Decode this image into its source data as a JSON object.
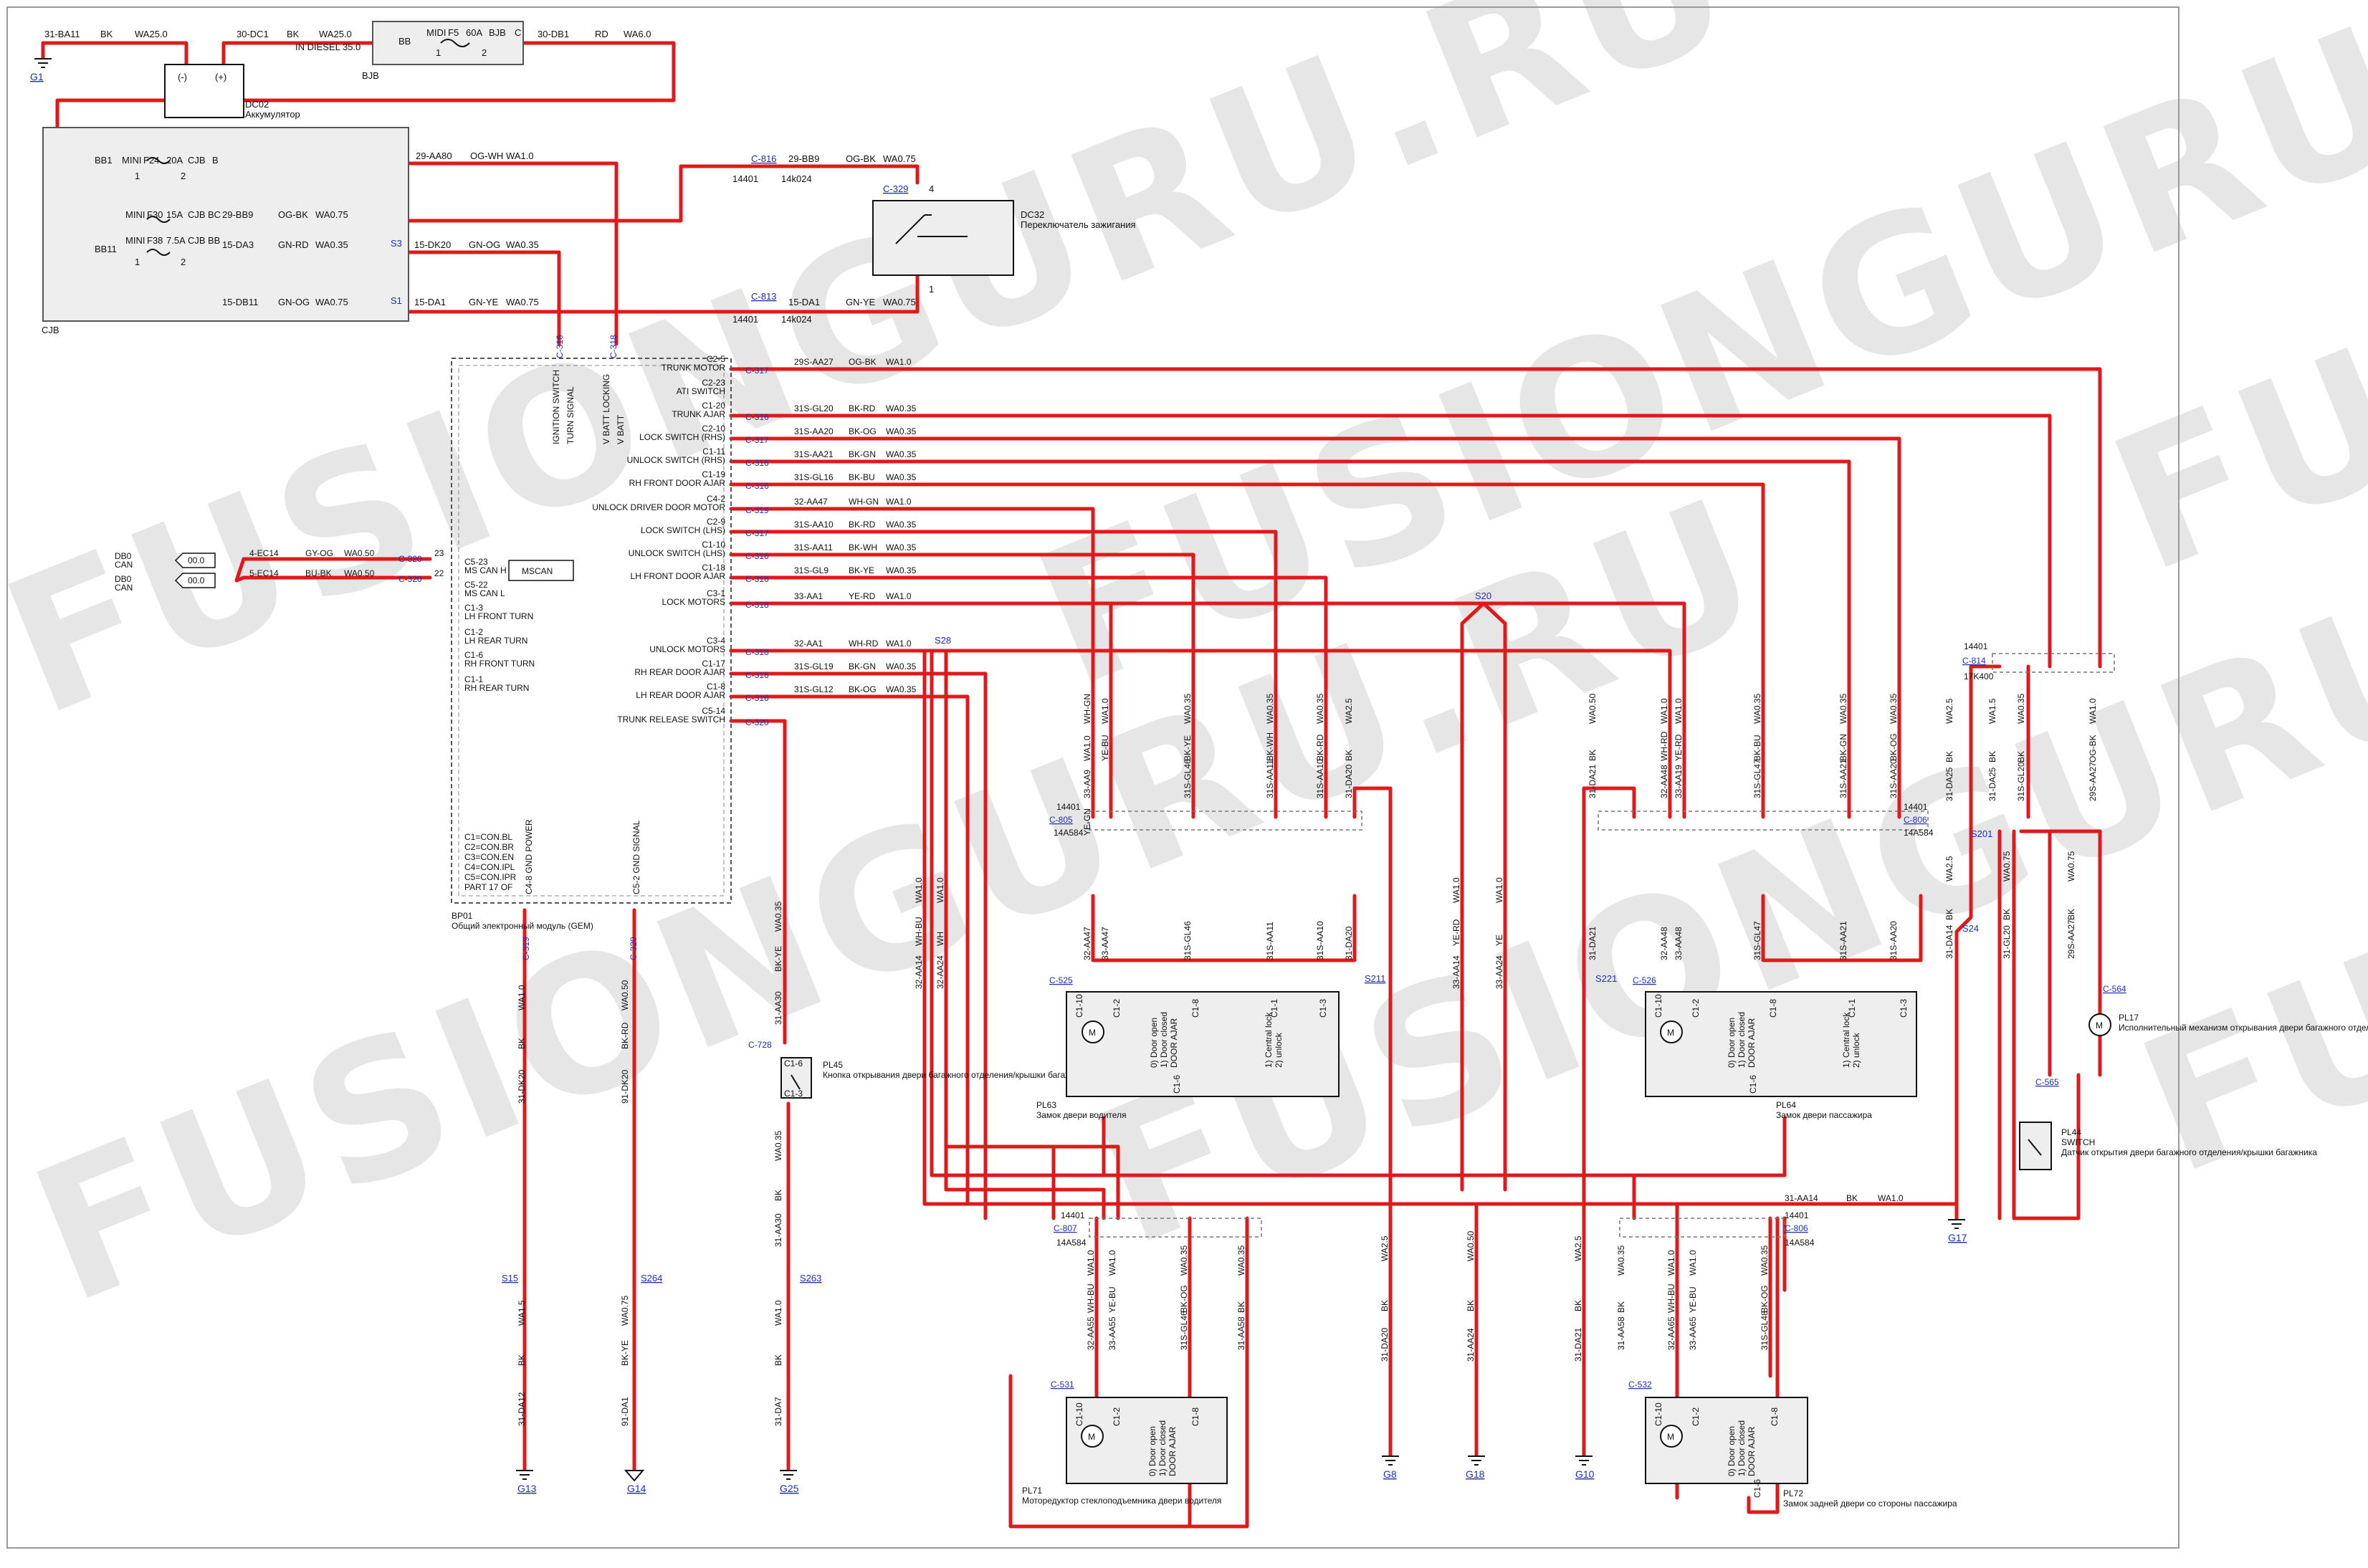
{
  "watermarks": [
    "FUSIONGURU.RU",
    "FUSIONGURU.RU",
    "FUSIONGURU.RU",
    "FUSIONGURU.RU",
    "FUS",
    "FUS"
  ],
  "colors": {
    "wire": "#e0191b",
    "ink": "#111111",
    "link": "#1e2fb4",
    "gray": "#9a9a9a",
    "watermark": "#e6e6e6"
  },
  "icons": [
    "ground-icon",
    "motor-icon",
    "fuse-icon",
    "switch-icon",
    "can-connector-icon",
    "battery-icon"
  ],
  "grounds": {
    "g1": "G1",
    "g13": "G13",
    "g14": "G14",
    "g25": "G25",
    "g8": "G8",
    "g18": "G18",
    "g10": "G10",
    "g17": "G17"
  },
  "battery": {
    "code": "DC02",
    "name": "Аккумулятор",
    "minus": "(-)",
    "plus": "(+)"
  },
  "bjb": {
    "code": "BJB",
    "bb": "BB",
    "midi": "MIDI",
    "f5": "F5",
    "amp": "60A",
    "bjb": "BJB",
    "c": "C",
    "diesel": "IN DIESEL 35.0",
    "one": "1",
    "two": "2"
  },
  "top_wires": {
    "w1": {
      "id": "31-BA11",
      "color": "BK",
      "gauge": "WA25.0"
    },
    "w2": {
      "id": "30-DC1",
      "color": "BK",
      "gauge": "WA25.0"
    },
    "w3": {
      "id": "30-DB1",
      "color": "RD",
      "gauge": "WA6.0"
    }
  },
  "cjb": {
    "code": "CJB",
    "bb1": "BB1",
    "mini": "MINI",
    "f24": "F24",
    "a20": "20A",
    "cjb": "CJB",
    "b": "B",
    "f30": "F30",
    "a15": "15A",
    "bc": "BC",
    "bb11": "BB11",
    "f38": "F38",
    "a75": "7.5A",
    "bb": "BB",
    "one": "1",
    "two": "2"
  },
  "cjb_wires": {
    "aa80": {
      "id": "29-AA80",
      "color": "OG-WH",
      "gauge": "WA1.0"
    },
    "bb9": {
      "id": "29-BB9",
      "color": "OG-BK",
      "gauge": "WA0.75"
    },
    "da3": {
      "id": "15-DA3",
      "color": "GN-RD",
      "gauge": "WA0.35",
      "splice": "S3"
    },
    "dk20": {
      "id": "15-DK20",
      "color": "GN-OG",
      "gauge": "WA0.35"
    },
    "db11": {
      "id": "15-DB11",
      "color": "GN-OG",
      "gauge": "WA0.75",
      "splice": "S1"
    },
    "da1": {
      "id": "15-DA1",
      "color": "GN-YE",
      "gauge": "WA0.75"
    }
  },
  "ignition": {
    "code": "DC32",
    "name": "Переключатель зажигания",
    "c816": "C-816",
    "c813": "C-813",
    "c329": "C-329",
    "pin4": "4",
    "pin1": "1",
    "w_bb9": {
      "id": "29-BB9",
      "color": "OG-BK",
      "gauge": "WA0.75"
    },
    "w_da1": {
      "id": "15-DA1",
      "color": "GN-YE",
      "gauge": "WA0.75"
    },
    "ref1": "14401",
    "ref2": "14k024",
    "ref3": "14401",
    "ref4": "14k024"
  },
  "gem": {
    "code": "BP01",
    "name": "Общий электронный модуль (GEM)",
    "top_pins": [
      "IGNITION SWITCH",
      "TURN SIGNAL",
      "V BATT LOCKING",
      "V BATT"
    ],
    "top_conn": [
      "C-316",
      "C-318"
    ],
    "left_rows": [
      {
        "pin": "C5-23",
        "name": "MS CAN H"
      },
      {
        "pin": "C5-22",
        "name": "MS CAN L"
      },
      {
        "pin": "C1-3",
        "name": "LH FRONT TURN"
      },
      {
        "pin": "C1-2",
        "name": "LH REAR TURN"
      },
      {
        "pin": "C1-6",
        "name": "RH FRONT TURN"
      },
      {
        "pin": "C1-1",
        "name": "RH REAR TURN"
      }
    ],
    "right_rows": [
      {
        "pin": "C2-5",
        "name": "TRUNK MOTOR",
        "conn": "C-317",
        "wire": "29S-AA27",
        "color": "OG-BK",
        "gauge": "WA1.0"
      },
      {
        "pin": "C2-23",
        "name": "ATI SWITCH",
        "conn": "",
        "wire": "",
        "color": "",
        "gauge": ""
      },
      {
        "pin": "C1-20",
        "name": "TRUNK AJAR",
        "conn": "C-316",
        "wire": "31S-GL20",
        "color": "BK-RD",
        "gauge": "WA0.35"
      },
      {
        "pin": "C2-10",
        "name": "LOCK SWITCH (RHS)",
        "conn": "C-317",
        "wire": "31S-AA20",
        "color": "BK-OG",
        "gauge": "WA0.35"
      },
      {
        "pin": "C1-11",
        "name": "UNLOCK SWITCH (RHS)",
        "conn": "C-316",
        "wire": "31S-AA21",
        "color": "BK-GN",
        "gauge": "WA0.35"
      },
      {
        "pin": "C1-19",
        "name": "RH FRONT DOOR AJAR",
        "conn": "C-316",
        "wire": "31S-GL16",
        "color": "BK-BU",
        "gauge": "WA0.35"
      },
      {
        "pin": "C4-2",
        "name": "UNLOCK DRIVER DOOR MOTOR",
        "conn": "C-319",
        "wire": "32-AA47",
        "color": "WH-GN",
        "gauge": "WA1.0"
      },
      {
        "pin": "C2-9",
        "name": "LOCK SWITCH (LHS)",
        "conn": "C-317",
        "wire": "31S-AA10",
        "color": "BK-RD",
        "gauge": "WA0.35"
      },
      {
        "pin": "C1-10",
        "name": "UNLOCK SWITCH (LHS)",
        "conn": "C-316",
        "wire": "31S-AA11",
        "color": "BK-WH",
        "gauge": "WA0.35"
      },
      {
        "pin": "C1-18",
        "name": "LH FRONT DOOR AJAR",
        "conn": "C-316",
        "wire": "31S-GL9",
        "color": "BK-YE",
        "gauge": "WA0.35"
      },
      {
        "pin": "C3-1",
        "name": "LOCK MOTORS",
        "conn": "C-318",
        "wire": "33-AA1",
        "color": "YE-RD",
        "gauge": "WA1.0"
      },
      {
        "pin": "C3-4",
        "name": "UNLOCK MOTORS",
        "conn": "C-318",
        "wire": "32-AA1",
        "color": "WH-RD",
        "gauge": "WA1.0"
      },
      {
        "pin": "C1-17",
        "name": "RH REAR DOOR AJAR",
        "conn": "C-316",
        "wire": "31S-GL19",
        "color": "BK-GN",
        "gauge": "WA0.35"
      },
      {
        "pin": "C1-8",
        "name": "LH REAR DOOR AJAR",
        "conn": "C-316",
        "wire": "31S-GL12",
        "color": "BK-OG",
        "gauge": "WA0.35"
      },
      {
        "pin": "C5-14",
        "name": "TRUNK RELEASE SWITCH",
        "conn": "C-320",
        "wire": "",
        "color": "",
        "gauge": ""
      }
    ],
    "legend": [
      "C1=CON.BL",
      "C2=CON.BR",
      "C3=CON.EN",
      "C4=CON.IPL",
      "C5=CON.IPR",
      "PART 17 OF"
    ],
    "bottom_pins": [
      "C4-8 GND POWER",
      "C5-2 GND SIGNAL"
    ],
    "bottom_conn": [
      "C-319",
      "C-320"
    ],
    "mscan": "MSCAN"
  },
  "can": {
    "db0a": "DB0",
    "cana": "CAN",
    "db0b": "DB0",
    "canb": "CAN",
    "val": "00.0",
    "w1": {
      "id": "4-EC14",
      "color": "GY-OG",
      "gauge": "WA0.50",
      "conn": "C-320",
      "pin": "23"
    },
    "w2": {
      "id": "5-EC14",
      "color": "BU-BK",
      "gauge": "WA0.50",
      "conn": "C-320",
      "pin": "22"
    }
  },
  "splices": {
    "s20": "S20",
    "s28": "S28",
    "s15": "S15",
    "s264": "S264",
    "s263": "S263",
    "s211": "S211",
    "s221": "S221",
    "s24": "S24",
    "s201": "S201"
  },
  "lower_left": {
    "w1": [
      "WA1.0",
      "BK",
      "31-DK20"
    ],
    "w2": [
      "WA0.50",
      "BK-RD",
      "91-DK20"
    ],
    "w3": [
      "WA1.5",
      "BK",
      "31-DA12"
    ],
    "w4": [
      "WA0.75",
      "BK-YE",
      "91-DA1"
    ],
    "w5": [
      "WA0.35",
      "BK-YE",
      "31-AA30"
    ],
    "w6": [
      "WA0.35",
      "BK",
      "31-AA30"
    ],
    "w7": [
      "WA1.0",
      "BK",
      "31-DA7"
    ]
  },
  "pl45": {
    "code": "PL45",
    "name": "Кнопка открывания двери багажного отделения/крышки багажника",
    "conn": "C-728",
    "pins": [
      "C1-6",
      "C1-3"
    ]
  },
  "pl63": {
    "code": "PL63",
    "name": "Замок двери водителя",
    "conn": "C-525"
  },
  "pl64": {
    "code": "PL64",
    "name": "Замок двери пассажира",
    "conn": "C-526"
  },
  "pl71": {
    "code": "PL71",
    "name": "Моторедуктор стеклоподъемника двери водителя",
    "conn": "C-531"
  },
  "pl72": {
    "code": "PL72",
    "name": "Замок задней двери со стороны пассажира",
    "conn": "C-532"
  },
  "pl17": {
    "code": "PL17",
    "name": "Исполнительный механизм открывания двери багажного отделения/крышки багажника",
    "conn": "C-564"
  },
  "pl44": {
    "code": "PL44",
    "name": "Датчик открытия двери багажного отделения/крышки багажника",
    "conn": "C-565",
    "switch": "SWITCH"
  },
  "inline": {
    "c805": {
      "code": "C-805",
      "ref": "14401",
      "part": "14A584"
    },
    "c806a": {
      "code": "C-806",
      "ref": "14401",
      "part": "14A584"
    },
    "c807": {
      "code": "C-807",
      "ref": "14401",
      "part": "14A584"
    },
    "c806b": {
      "code": "C-806",
      "ref": "14401",
      "part": "14A584"
    },
    "c814": {
      "code": "C-814",
      "ref": "14401",
      "part": "17K400"
    }
  },
  "lock_labels": {
    "door_open": "0) Door open",
    "door_closed": "1) Door closed",
    "door_ajar": "DOOR AJAR",
    "central_lock": "1) Central lock",
    "unlock": "2) unlock",
    "c110": "C1-10",
    "c12": "C1-2",
    "c18": "C1-8",
    "c11": "C1-1",
    "c13": "C1-3",
    "c16": "C1-6"
  },
  "wires_mid": {
    "c805_cols": [
      [
        "WH-GN",
        "WA1.0",
        "33-AA9",
        "YE-GN"
      ],
      [
        "WA1.0",
        "YE-BU"
      ],
      [
        "WA0.35",
        "BK-YE",
        "31S-GL46"
      ],
      [
        "WA0.35",
        "BK-WH",
        "31S-AA11"
      ],
      [
        "WA0.35",
        "BK-RD",
        "31S-AA10"
      ],
      [
        "WA2.5",
        "BK",
        "31-DA20"
      ]
    ],
    "c806_cols": [
      [
        "WA0.50",
        "BK",
        "31-DA21"
      ],
      [
        "WA1.0",
        "WH-RD",
        "32-AA48"
      ],
      [
        "WA1.0",
        "YE-RD",
        "33-AA19"
      ],
      [
        "WA0.35",
        "BK-BU",
        "31S-GL47"
      ],
      [
        "WA0.35",
        "BK-GN",
        "31S-AA21"
      ],
      [
        "WA0.35",
        "BK-OG",
        "31S-AA20"
      ]
    ],
    "c525_top": [
      "32-AA47",
      "33-AA47",
      "31S-GL46",
      "31S-AA11",
      "31S-AA10",
      "31-DA20"
    ],
    "c526_top": [
      "31-DA21",
      "32-AA48",
      "33-AA48",
      "31S-GL47",
      "31S-AA21",
      "31S-AA20"
    ],
    "mid_vert": [
      [
        "WA1.0",
        "WH-BU",
        "32-AA14"
      ],
      [
        "WA1.0",
        "WH",
        "32-AA24"
      ],
      [
        "WA1.0",
        "YE-RD",
        "33-AA14"
      ],
      [
        "WA1.0",
        "YE",
        "33-AA24"
      ]
    ],
    "aa14": {
      "id": "31-AA14",
      "color": "BK",
      "gauge": "WA1.0"
    },
    "right_cols": [
      [
        "WA2.5",
        "BK",
        "31-DA25"
      ],
      [
        "WA2.5",
        "BK",
        "31-DA14"
      ],
      [
        "WA1.5",
        "BK",
        "31-DA25"
      ],
      [
        "WA0.75",
        "BK",
        "31-GL20"
      ],
      [
        "WA0.35",
        "BK",
        "31S-GL20"
      ],
      [
        "WA0.75",
        "BK",
        "29S-AA27"
      ],
      [
        "WA1.0",
        "OG-BK",
        "29S-AA27"
      ]
    ],
    "c807_cols": [
      [
        "WA1.0",
        "WH-BU",
        "32-AA55"
      ],
      [
        "WA1.0",
        "YE-BU",
        "33-AA55"
      ],
      [
        "WA0.35",
        "BK-OG",
        "31S-GL46"
      ],
      [
        "WA0.35",
        "BK",
        "31-AA58"
      ]
    ],
    "c806b_cols": [
      [
        "WA0.35",
        "BK",
        "31-AA58"
      ],
      [
        "WA1.0",
        "WH-BU",
        "32-AA65"
      ],
      [
        "WA1.0",
        "YE-BU",
        "33-AA65"
      ],
      [
        "WA0.35",
        "BK-OG",
        "31S-GL48"
      ]
    ],
    "bottom_grounds": [
      [
        "WA2.5",
        "BK",
        "31-DA20"
      ],
      [
        "WA0.50",
        "BK",
        "31-AA24"
      ],
      [
        "WA2.5",
        "BK",
        "31-DA21"
      ]
    ]
  }
}
